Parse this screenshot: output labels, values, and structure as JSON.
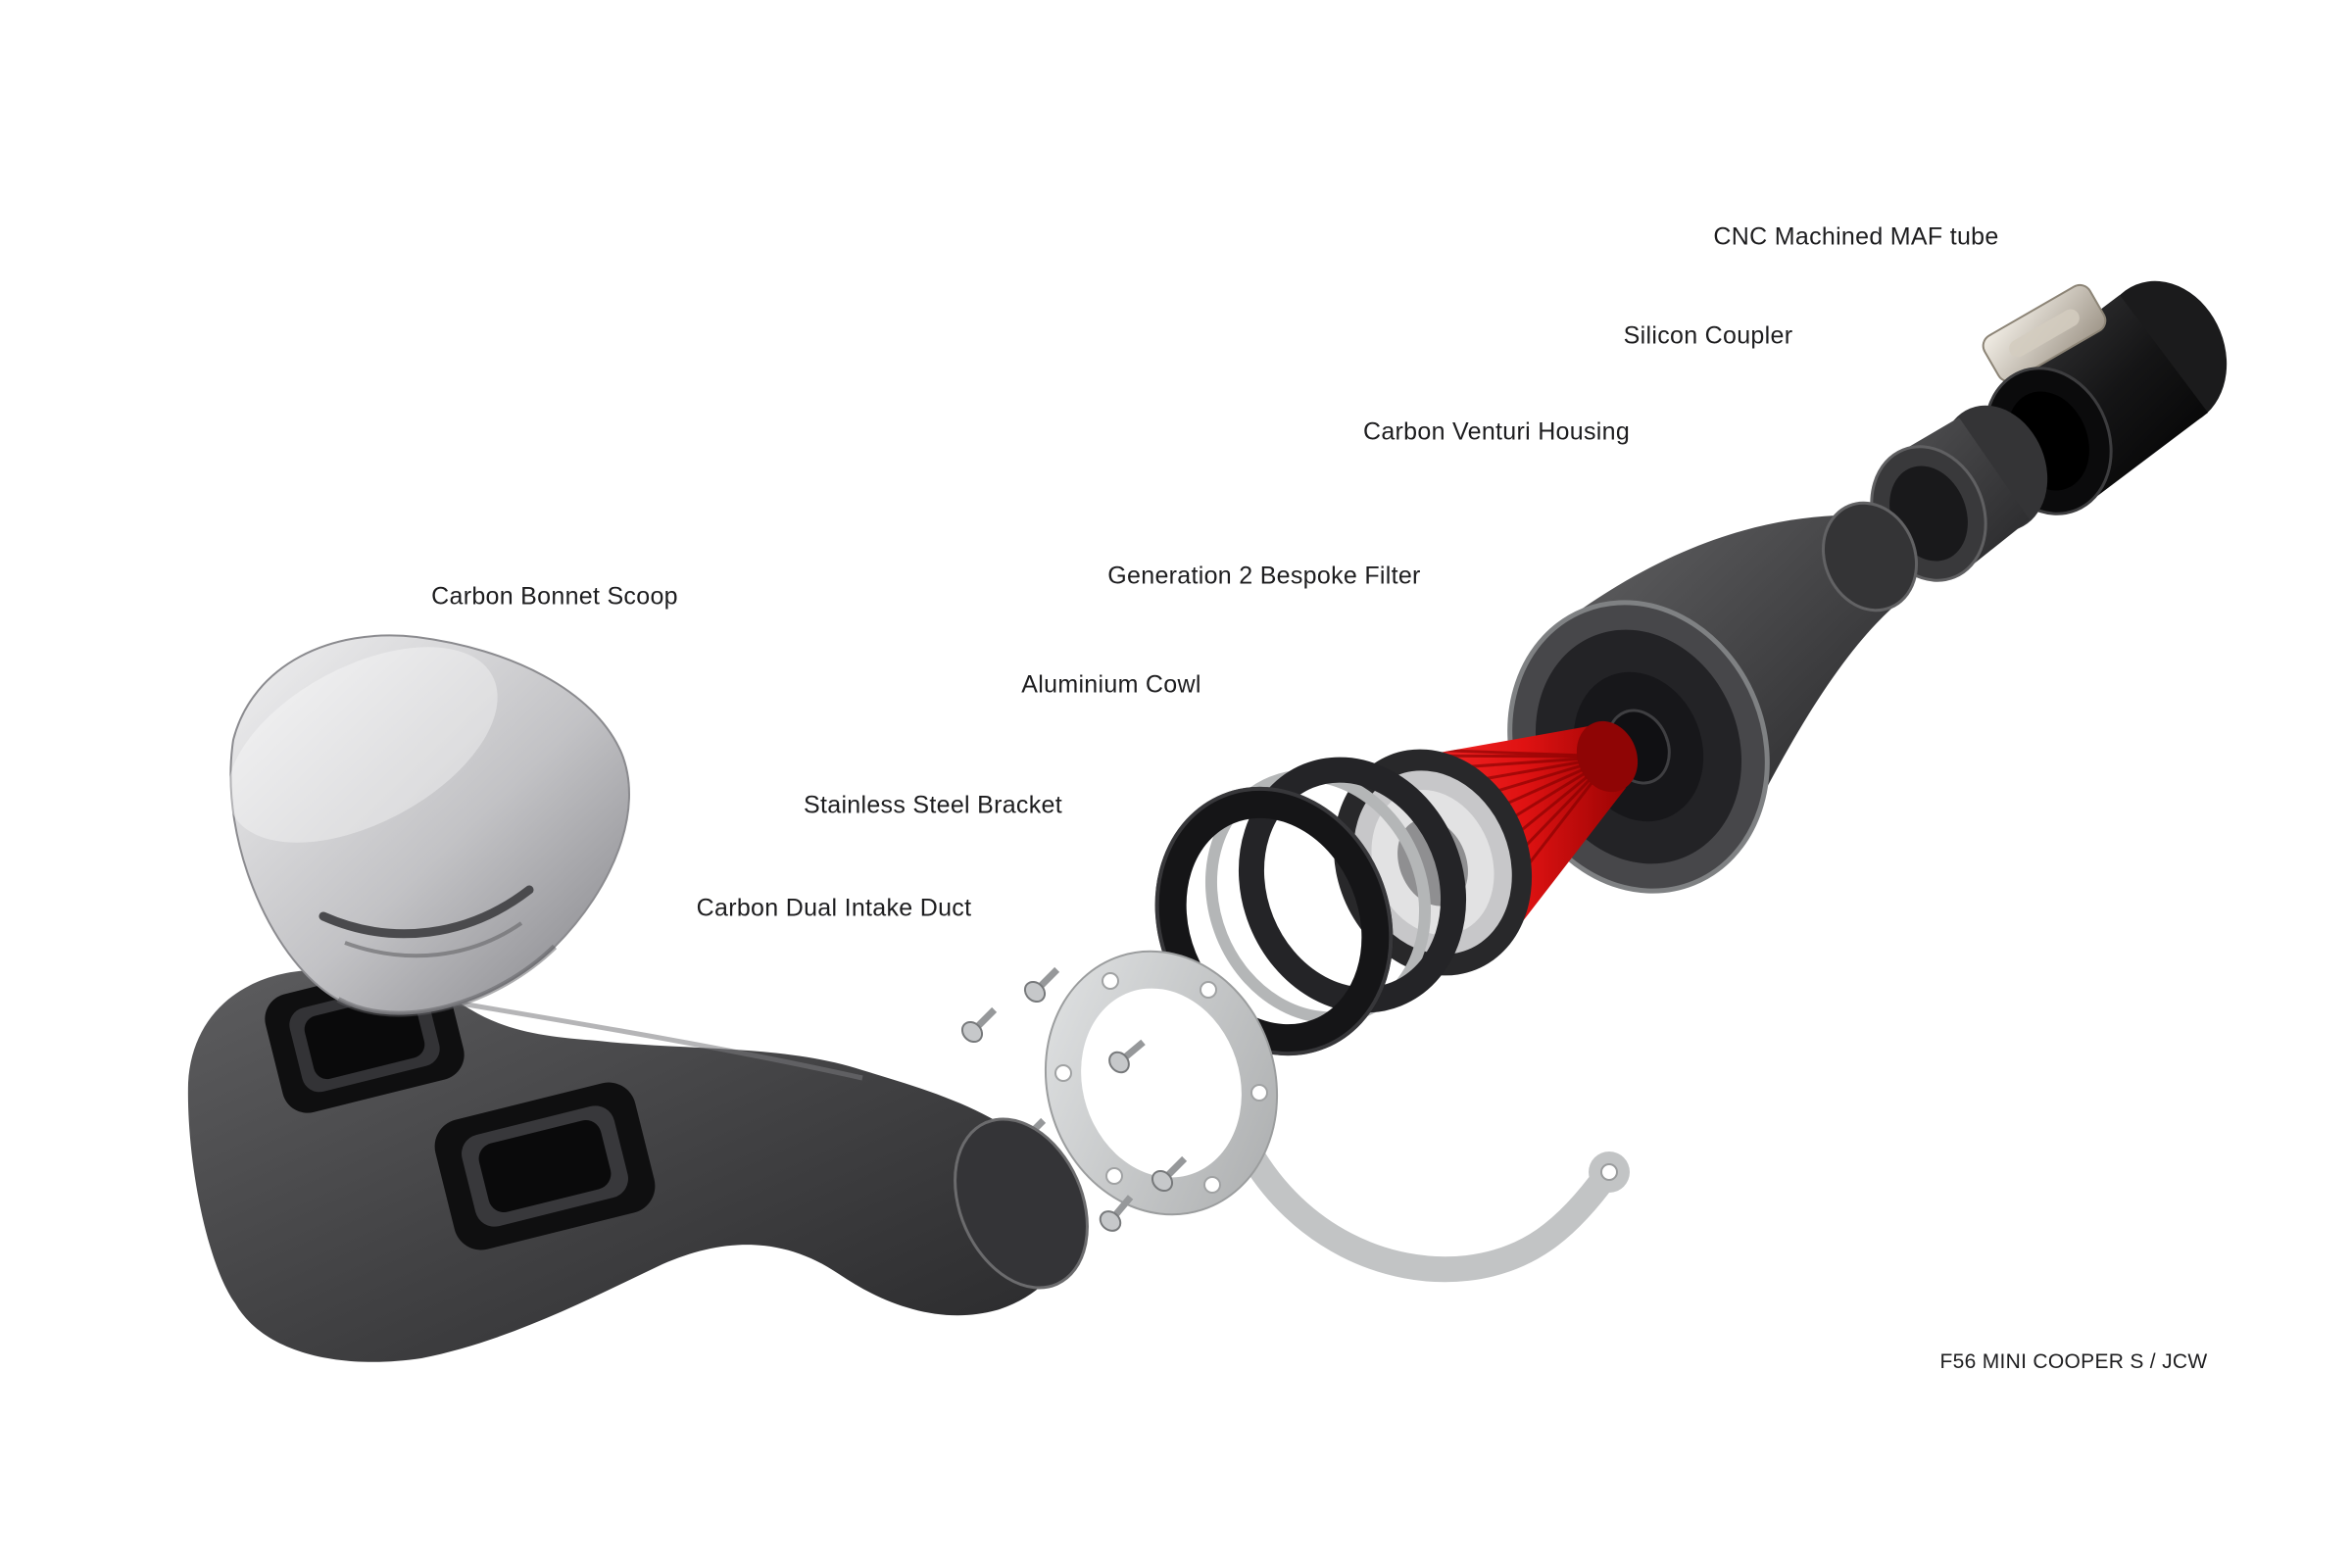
{
  "diagram": {
    "caption": "F56 MINI COOPER S / JCW",
    "labels": {
      "bonnet_scoop": "Carbon Bonnet Scoop",
      "intake_duct": "Carbon Dual Intake Duct",
      "bracket": "Stainless Steel Bracket",
      "cowl": "Aluminium Cowl",
      "filter": "Generation 2 Bespoke Filter",
      "venturi_housing": "Carbon Venturi Housing",
      "silicon_coupler": "Silicon Coupler",
      "maf_tube": "CNC Machined MAF tube"
    },
    "colors": {
      "background": "#ffffff",
      "label_text": "#1d1d1f",
      "filter_red": "#d90f0f",
      "carbon_grey": "#3d3d3f",
      "steel_grey": "#c8cacb",
      "maf_black": "#0f0f10",
      "scoop_silver": "#c4c4c6"
    }
  }
}
